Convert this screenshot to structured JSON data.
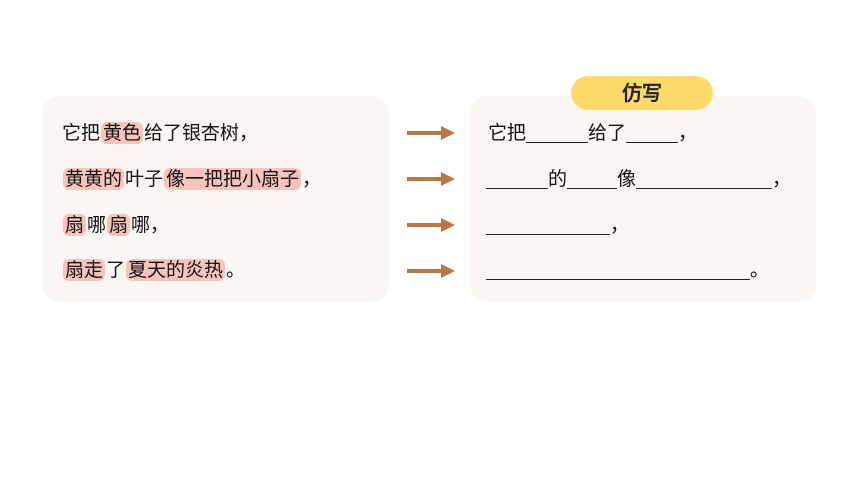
{
  "left": {
    "line1": {
      "p1": "它把",
      "h1": "黄色",
      "p2": "给了银杏树，"
    },
    "line2": {
      "h1": "黄黄的",
      "p1": "叶子",
      "h2": "像一把把小扇子",
      "p2": "，"
    },
    "line3": {
      "h1": "扇",
      "p1": "哪",
      "h2": "扇",
      "p2": "哪，"
    },
    "line4": {
      "h1": "扇走",
      "p1": "了",
      "h2": "夏天的炎热",
      "p2": "。"
    }
  },
  "tab_label": "仿写",
  "right": {
    "line1": {
      "p1": "它把",
      "p2": "给了",
      "p3": "，"
    },
    "line2": {
      "p1": "的",
      "p2": "像",
      "p3": "，"
    },
    "line3": {
      "p1": "，"
    },
    "line4": {
      "p1": "。"
    }
  },
  "colors": {
    "highlight": "#f7c3bd",
    "card_bg": "#faf6f1",
    "tab_bg": "#ffda6b",
    "arrow": "#b87548"
  }
}
